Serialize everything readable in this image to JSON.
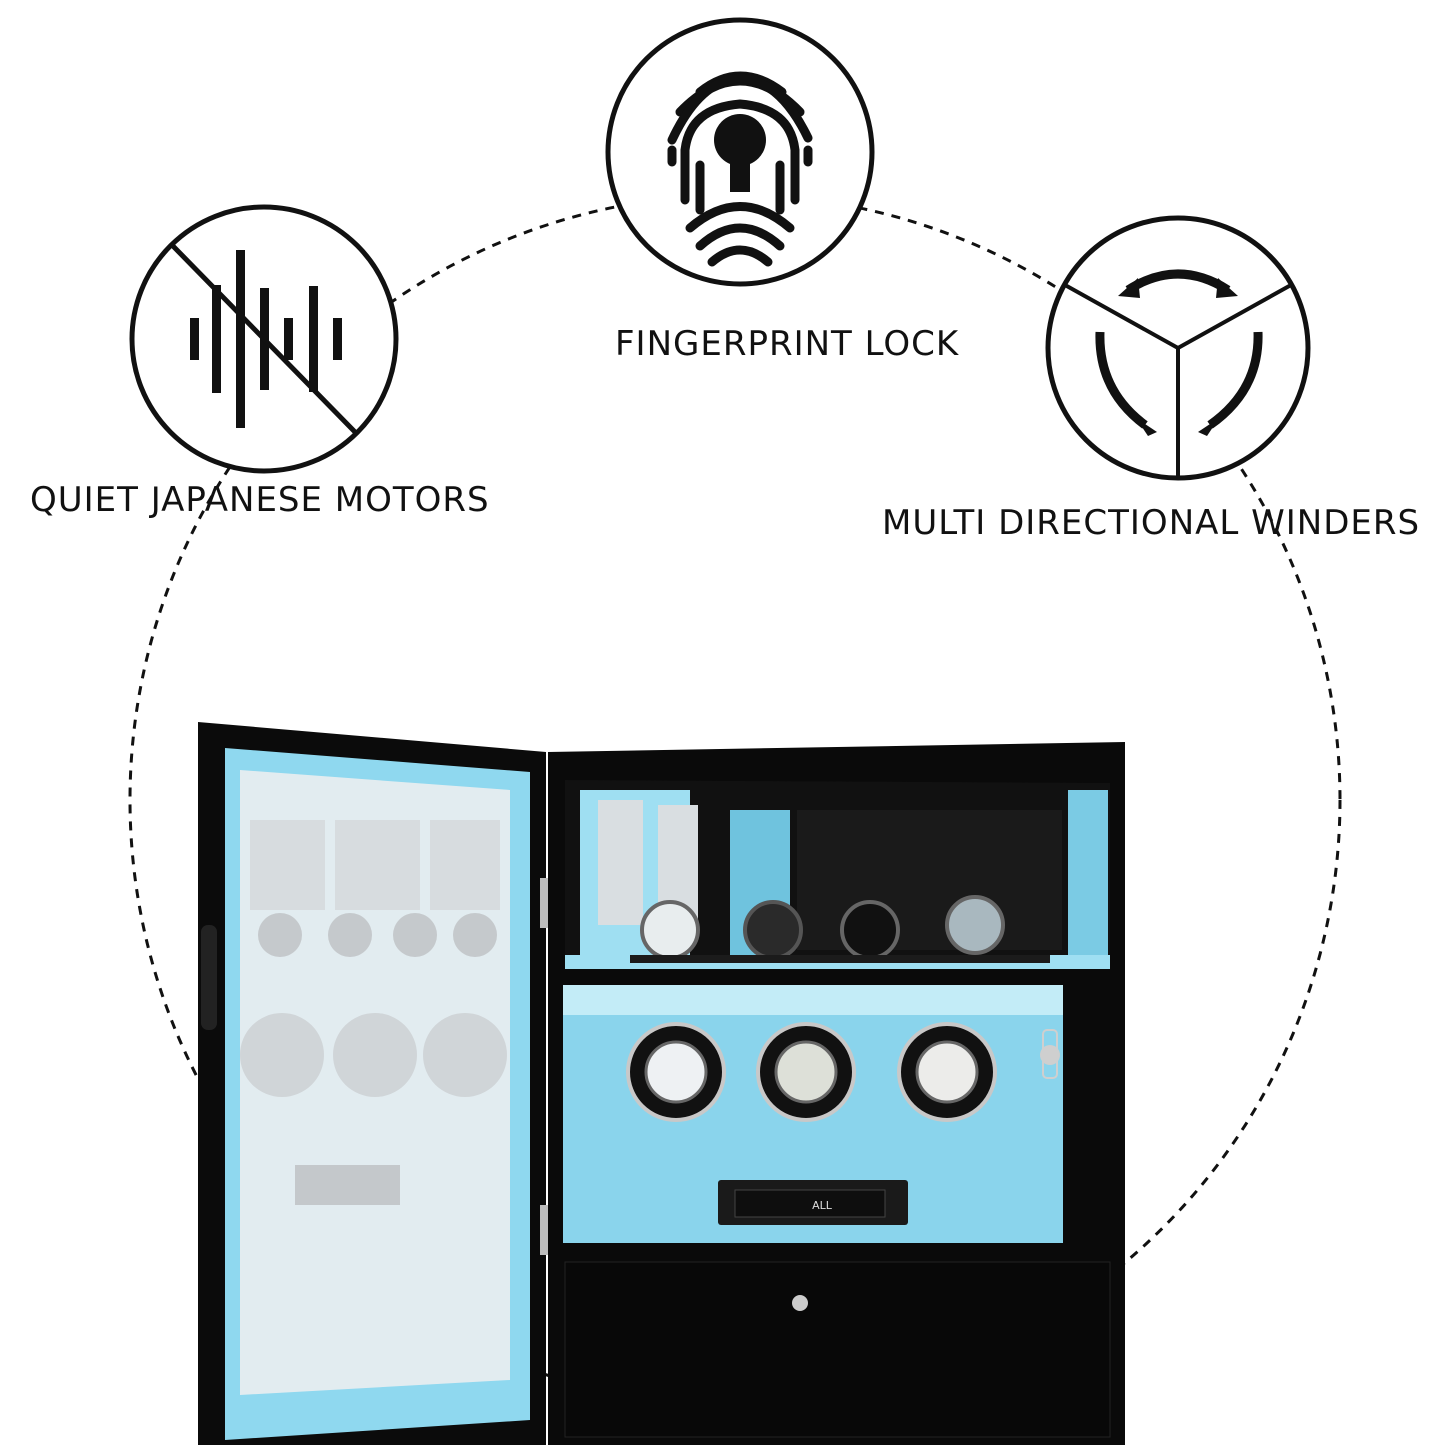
{
  "features": {
    "quiet_motors": {
      "label": "QUIET JAPANESE MOTORS",
      "icon": "no-sound-waves-icon"
    },
    "fingerprint_lock": {
      "label": "FINGERPRINT LOCK",
      "icon": "fingerprint-keyhole-icon"
    },
    "multi_directional": {
      "label": "MULTI DIRECTIONAL WINDERS",
      "icon": "rotation-arrows-icon"
    }
  },
  "product": {
    "name": "watch-winder-cabinet",
    "control_panel_labels": [
      "ALL"
    ],
    "colors": {
      "body": "#0a0a0a",
      "interior_light": "#8fd8ef",
      "panel": "#7cc9e3"
    }
  }
}
